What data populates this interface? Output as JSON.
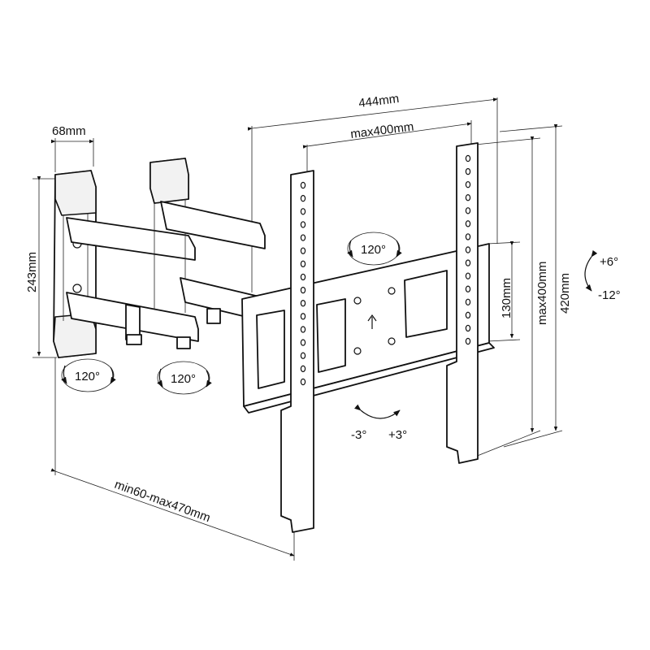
{
  "diagram": {
    "labels": {
      "width_total": "444mm",
      "vesa_max_h": "max400mm",
      "plate_depth": "68mm",
      "plate_height": "243mm",
      "bracket_height": "130mm",
      "vesa_max_v": "max400mm",
      "height_total": "420mm",
      "tilt_up": "+6°",
      "tilt_down": "-12°",
      "rot_left": "-3°",
      "rot_right": "+3°",
      "swivel_wall": "120°",
      "swivel_mid": "120°",
      "swivel_head": "120°",
      "extension": "min60-max470mm"
    }
  }
}
